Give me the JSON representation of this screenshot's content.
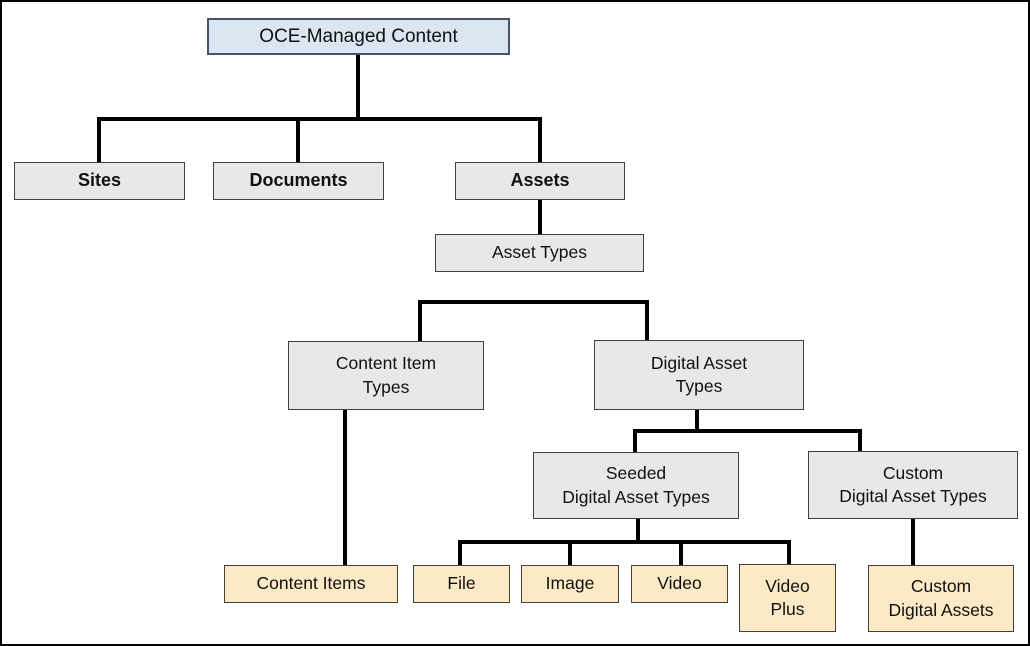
{
  "diagram": {
    "nodes": {
      "oce": {
        "label": "OCE-Managed Content"
      },
      "sites": {
        "label": "Sites"
      },
      "documents": {
        "label": "Documents"
      },
      "assets": {
        "label": "Assets"
      },
      "asset_types": {
        "label": "Asset Types"
      },
      "content_item_types": {
        "label": "Content Item\nTypes"
      },
      "digital_asset_types": {
        "label": "Digital Asset\nTypes"
      },
      "seeded_digital_asset_types": {
        "label": "Seeded\nDigital Asset Types"
      },
      "custom_digital_asset_types": {
        "label": "Custom\nDigital Asset Types"
      },
      "content_items": {
        "label": "Content Items"
      },
      "file": {
        "label": "File"
      },
      "image": {
        "label": "Image"
      },
      "video": {
        "label": "Video"
      },
      "video_plus": {
        "label": "Video\nPlus"
      },
      "custom_digital_assets": {
        "label": "Custom\nDigital Assets"
      }
    },
    "colors": {
      "background": "#ffffff",
      "frame_border": "#000000",
      "connector": "#000000",
      "root_fill": "#dbe6f2",
      "root_border": "#44546a",
      "branch_fill": "#e8e8e8",
      "branch_border": "#404040",
      "leaf_fill": "#fce9c6",
      "leaf_border": "#45413a"
    }
  }
}
